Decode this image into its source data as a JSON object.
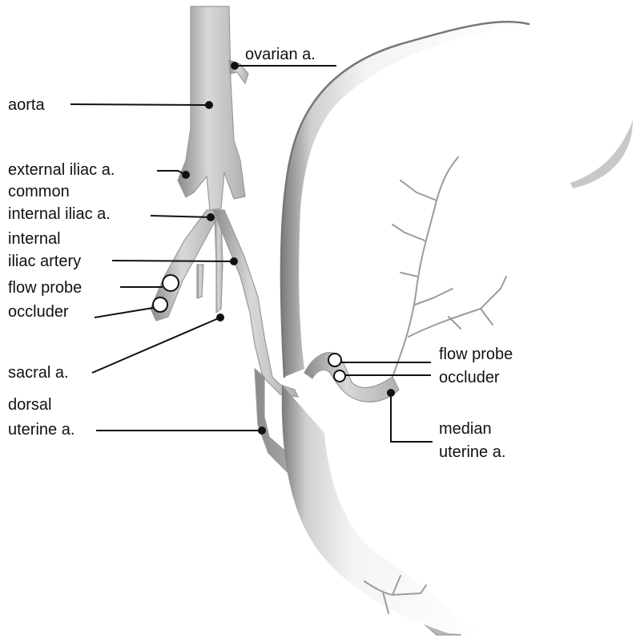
{
  "labels": {
    "ovarian": "ovarian a.",
    "aorta": "aorta",
    "external_iliac": "external iliac a.",
    "common_line1": "common",
    "common_line2": "internal iliac a.",
    "internal_line1": "internal",
    "internal_line2": "iliac artery",
    "flow_probe_left": "flow probe",
    "occluder_left": "occluder",
    "sacral": "sacral a.",
    "dorsal_line1": "dorsal",
    "dorsal_line2": "uterine a.",
    "flow_probe_right": "flow probe",
    "occluder_right": "occluder",
    "median_line1": "median",
    "median_line2": "uterine a."
  },
  "colors": {
    "ink": "#111111",
    "vessel_light": "#e2e2e2",
    "vessel_dark": "#8a8a8a"
  }
}
